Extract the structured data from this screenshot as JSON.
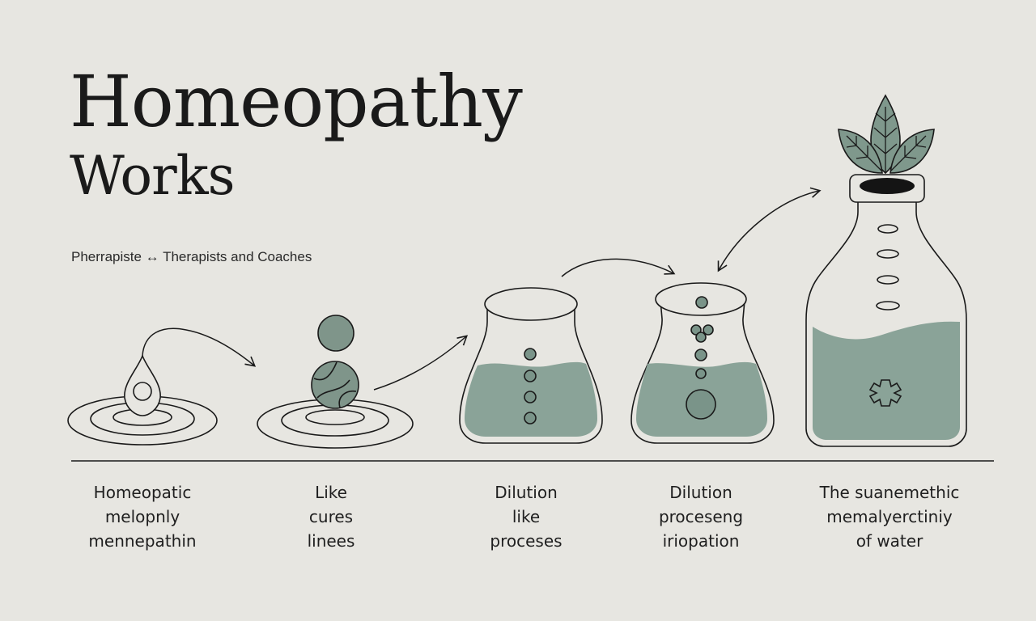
{
  "title": {
    "line1": "Homeopathy",
    "line2": "Works"
  },
  "subtitle": "Pherrapiste ↔ Therapists and Coaches",
  "steps": [
    {
      "lines": [
        "Homeopatic",
        "melopnly",
        "mennepathin"
      ],
      "icon": "water-drop-icon"
    },
    {
      "lines": [
        "Like",
        "cures",
        "linees"
      ],
      "icon": "pellet-icon"
    },
    {
      "lines": [
        "Dilution",
        "like",
        "proceses"
      ],
      "icon": "beaker-icon"
    },
    {
      "lines": [
        "Dilution",
        "proceseng",
        "iriopation"
      ],
      "icon": "flask-icon"
    },
    {
      "lines": [
        "The suanemethic",
        "memalyerctiniy",
        "of water"
      ],
      "icon": "bottle-with-leaves-icon"
    }
  ],
  "colors": {
    "background": "#e7e6e1",
    "ink": "#1a1a1a",
    "liquid": "#8aa398",
    "liquid_dark": "#6f8a7e",
    "leaf": "#7f988c"
  }
}
